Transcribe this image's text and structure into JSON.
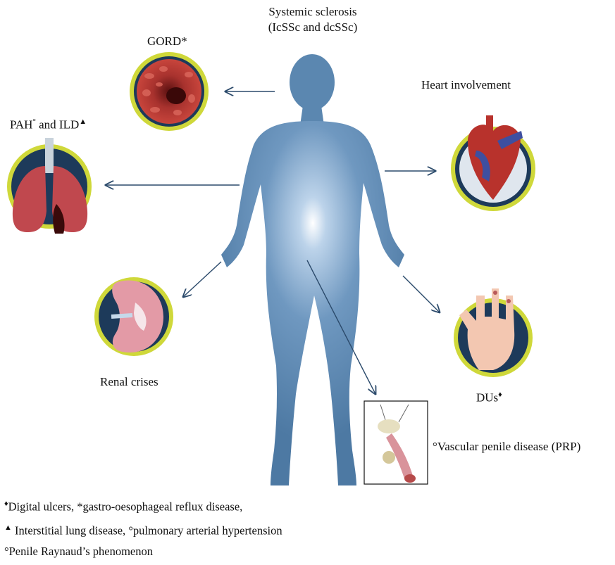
{
  "title": {
    "line1": "Systemic sclerosis",
    "line2": "(IcSSc and dcSSc)"
  },
  "organs": {
    "gord": {
      "label": "GORD",
      "mark": "*"
    },
    "lungs": {
      "label_a": "PAH",
      "mark_a": "°",
      "label_b": " and ILD",
      "mark_b": "▲"
    },
    "heart": {
      "label": "Heart involvement"
    },
    "kidney": {
      "label": "Renal crises"
    },
    "hand": {
      "label": "DUs",
      "mark": "♦"
    },
    "penile": {
      "mark": "°",
      "label": "Vascular penile disease (PRP)"
    }
  },
  "legend": [
    {
      "m1": "♦",
      "t1": "Digital ulcers, ",
      "m2": "*",
      "t2": "gastro-oesophageal reflux disease,"
    },
    {
      "m1": "▲",
      "t1": " Interstitial lung disease, ",
      "m2": "°",
      "t2": "pulmonary arterial hypertension"
    },
    {
      "m1": "°",
      "t1": "Penile Raynaud’s phenomenon",
      "m2": "",
      "t2": ""
    }
  ],
  "colors": {
    "body": "#5b87b0",
    "arrow": "#2b4a6b",
    "ring": "#cfd83a",
    "ring_dark": "#1d3a5a"
  }
}
